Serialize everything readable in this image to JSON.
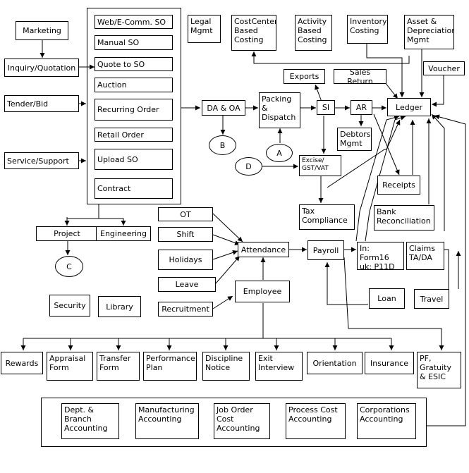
{
  "nodes": {
    "marketing": "Marketing",
    "inquiry": "Inquiry/Quotation",
    "tender": "Tender/Bid",
    "service": "Service/Support",
    "web_so": "Web/E-Comm. SO",
    "manual_so": "Manual SO",
    "quote_so": "Quote to SO",
    "auction": "Auction",
    "recurring": "Recurring Order",
    "retail": "Retail Order",
    "upload": "Upload SO",
    "contract": "Contract",
    "legal": "Legal\nMgmt",
    "costcenter": "CostCenter\nBased\nCosting",
    "activity": "Activity\nBased\nCosting",
    "inventory": "Inventory\nCosting",
    "asset": "Asset &\nDepreciation\nMgmt",
    "voucher": "Voucher",
    "exports": "Exports",
    "sales_return": "Sales Return",
    "ledger": "Ledger",
    "da_oa": "DA & OA",
    "packing": "Packing\n&\nDispatch",
    "si": "SI",
    "ar": "AR",
    "debtors": "Debtors\nMgmt",
    "excise": "Excise/\nGST/VAT",
    "tax": "Tax\nCompliance",
    "receipts": "Receipts",
    "bank": "Bank\nReconciliation",
    "project": "Project",
    "engineering": "Engineering",
    "ot": "OT",
    "shift": "Shift",
    "holidays": "Holidays",
    "leave": "Leave",
    "recruitment": "Recruitment",
    "attendance": "Attendance",
    "employee": "Employee",
    "payroll": "Payroll",
    "form16": "In: Form16\nuk: P11D",
    "claims": "Claims\nTA/DA",
    "loan": "Loan",
    "travel": "Travel",
    "security": "Security",
    "library": "Library",
    "rewards": "Rewards",
    "appraisal": "Appraisal\nForm",
    "transfer": "Transfer\nForm",
    "performance": "Performance\nPlan",
    "discipline": "Discipline\nNotice",
    "exit": "Exit\nInterview",
    "orientation": "Orientation",
    "insurance": "Insurance",
    "pf": "PF,\nGratuity\n& ESIC",
    "dept": "Dept. &\nBranch\nAccounting",
    "manufacturing": "Manufacturing\nAccounting",
    "joborder": "Job Order\nCost\nAccounting",
    "processcost": "Process Cost\nAccounting",
    "corporations": "Corporations\nAccounting"
  },
  "connectors": {
    "a": "A",
    "b": "B",
    "c": "C",
    "d": "D"
  }
}
